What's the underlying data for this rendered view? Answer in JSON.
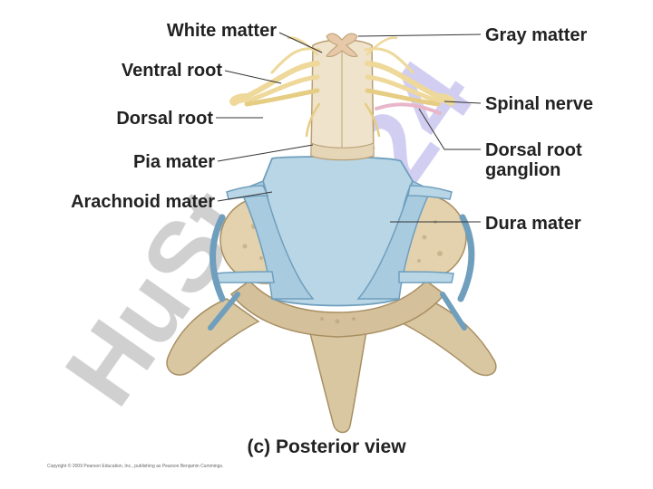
{
  "labels": {
    "white_matter": "White matter",
    "ventral_root": "Ventral root",
    "dorsal_root": "Dorsal root",
    "pia_mater": "Pia mater",
    "arachnoid_mater": "Arachnoid mater",
    "gray_matter": "Gray matter",
    "spinal_nerve": "Spinal nerve",
    "dorsal_root_ganglion_line1": "Dorsal root",
    "dorsal_root_ganglion_line2": "ganglion",
    "dura_mater": "Dura mater"
  },
  "caption": "(c) Posterior view",
  "copyright": "Copyright © 2009 Pearson Education, Inc., publishing as Pearson Benjamin Cummings.",
  "watermark": {
    "left_text": "HuSt",
    "right_text": "24"
  },
  "colors": {
    "bone": "#d9c7a2",
    "bone_shadow": "#b8a27a",
    "meninges": "#b9d6e6",
    "meninges_edge": "#6f9fbd",
    "nerve": "#eed89a",
    "nerve_edge": "#c9a85a",
    "cord": "#efe3cc",
    "watermark_left": "#c8c8c8",
    "watermark_right": "#c9c6ef"
  }
}
